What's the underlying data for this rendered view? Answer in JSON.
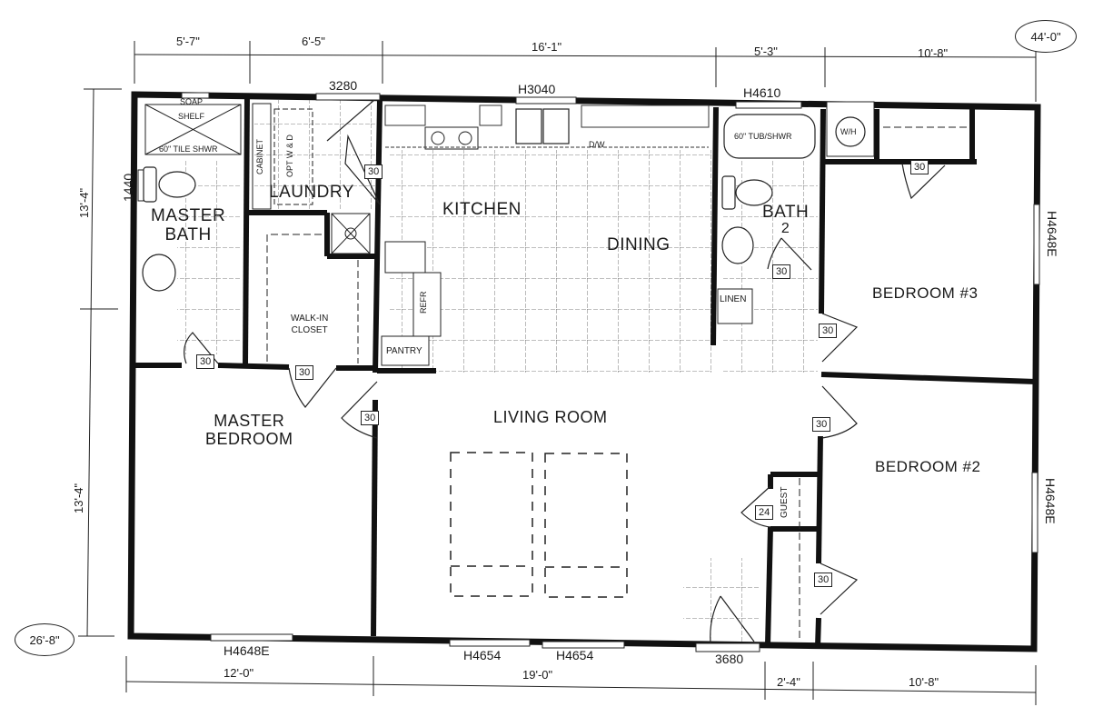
{
  "plan": {
    "overall_width": "44'-0\"",
    "overall_depth": "26'-8\""
  },
  "dimensions": {
    "top": [
      "5'-7\"",
      "6'-5\"",
      "16'-1\"",
      "5'-3\"",
      "10'-8\""
    ],
    "bottom": [
      "12'-0\"",
      "19'-0\"",
      "2'-4\"",
      "10'-8\""
    ],
    "left": [
      "13'-4\"",
      "13'-4\""
    ]
  },
  "windows": {
    "master_bath_top": "",
    "laundry_top": "3280",
    "kitchen_top": "H3040",
    "bath2_top": "H4610",
    "master_bath_side": "1440",
    "bedroom3_side": "H4648E",
    "bedroom2_side": "H4648E",
    "master_bedroom_bottom": "H4648E",
    "living_bottom_1": "H4654",
    "living_bottom_2": "H4654",
    "entry_door": "3680"
  },
  "rooms": {
    "master_bath": "MASTER\nBATH",
    "master_bath_l1": "MASTER",
    "master_bath_l2": "BATH",
    "laundry": "LAUNDRY",
    "kitchen": "KITCHEN",
    "dining": "DINING",
    "bath2_l1": "BATH",
    "bath2_l2": "2",
    "bedroom3": "BEDROOM #3",
    "walk_in_l1": "WALK-IN",
    "walk_in_l2": "CLOSET",
    "pantry": "PANTRY",
    "linen": "LINEN",
    "master_bedroom_l1": "MASTER",
    "master_bedroom_l2": "BEDROOM",
    "living_room": "LIVING ROOM",
    "bedroom2": "BEDROOM #2",
    "guest": "GUEST"
  },
  "fixtures": {
    "shower_l1": "SOAP",
    "shower_l2": "SHELF",
    "shower_l3": "60\" TILE SHWR",
    "cabinet": "CABINET",
    "washer_dryer": "OPT W & D",
    "tub": "60\" TUB/SHWR",
    "water_heater": "W/H",
    "refrigerator": "REFR",
    "dishwasher": "D/W"
  },
  "doors": {
    "laundry": "30",
    "master_bath": "30",
    "walk_in_closet": "30",
    "master_bedroom": "30",
    "bath2": "30",
    "bedroom3_closet": "30",
    "bedroom3": "30",
    "bedroom2": "30",
    "bedroom2_lower": "30",
    "guest_closet": "24"
  }
}
